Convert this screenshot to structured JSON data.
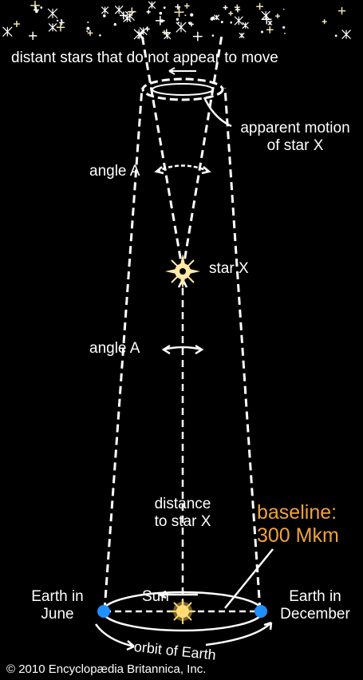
{
  "labels": {
    "distant_stars": "distant stars that do not appear to move",
    "apparent_motion_line1": "apparent motion",
    "apparent_motion_line2": "of star X",
    "angle_upper": "angle A",
    "star": "star X",
    "angle_lower": "angle A",
    "distance_line1": "distance",
    "distance_line2": "to star X",
    "baseline_line1": "baseline:",
    "baseline_line2": "300 Mkm",
    "earth_june_line1": "Earth in",
    "earth_june_line2": "June",
    "sun": "Sun",
    "earth_december_line1": "Earth in",
    "earth_december_line2": "December",
    "orbit": "orbit of Earth",
    "copyright": "© 2010 Encyclopædia Britannica, Inc."
  },
  "colors": {
    "background": "#000000",
    "line": "#ffffff",
    "earth": "#1e90ff",
    "sun": "#ffd966",
    "baseline_text": "#f0a23c"
  }
}
